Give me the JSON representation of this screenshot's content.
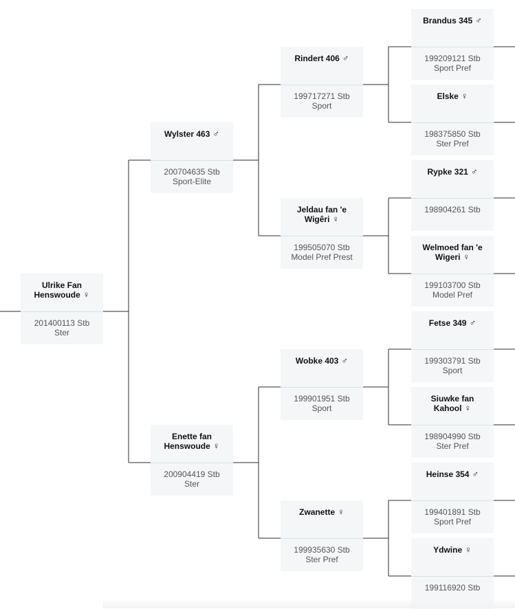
{
  "symbols": {
    "male": "♂",
    "female": "♀"
  },
  "horses": [
    {
      "id": "root",
      "gen": 0,
      "slot": 0,
      "name": "Ulrike Fan Henswoude",
      "sex": "female",
      "reg": "201400113 Stb",
      "pred": "Ster"
    },
    {
      "id": "s",
      "gen": 1,
      "slot": 0,
      "name": "Wylster 463",
      "sex": "male",
      "reg": "200704635 Stb",
      "pred": "Sport-Elite"
    },
    {
      "id": "d",
      "gen": 1,
      "slot": 1,
      "name": "Enette fan Henswoude",
      "sex": "female",
      "reg": "200904419 Stb",
      "pred": "Ster"
    },
    {
      "id": "ss",
      "gen": 2,
      "slot": 0,
      "name": "Rindert 406",
      "sex": "male",
      "reg": "199717271 Stb",
      "pred": "Sport"
    },
    {
      "id": "sd",
      "gen": 2,
      "slot": 1,
      "name": "Jeldau fan 'e Wigêri",
      "sex": "female",
      "reg": "199505070 Stb",
      "pred": "Model Pref Prest"
    },
    {
      "id": "ds",
      "gen": 2,
      "slot": 2,
      "name": "Wobke 403",
      "sex": "male",
      "reg": "199901951 Stb",
      "pred": "Sport"
    },
    {
      "id": "dd",
      "gen": 2,
      "slot": 3,
      "name": "Zwanette",
      "sex": "female",
      "reg": "199935630 Stb",
      "pred": "Ster Pref"
    },
    {
      "id": "sss",
      "gen": 3,
      "slot": 0,
      "name": "Brandus 345",
      "sex": "male",
      "reg": "199209121 Stb",
      "pred": "Sport Pref"
    },
    {
      "id": "ssd",
      "gen": 3,
      "slot": 1,
      "name": "Elske",
      "sex": "female",
      "reg": "198375850 Stb",
      "pred": "Ster Pref"
    },
    {
      "id": "sds",
      "gen": 3,
      "slot": 2,
      "name": "Rypke 321",
      "sex": "male",
      "reg": "198904261 Stb",
      "pred": ""
    },
    {
      "id": "sdd",
      "gen": 3,
      "slot": 3,
      "name": "Welmoed fan 'e Wigeri",
      "sex": "female",
      "reg": "199103700 Stb",
      "pred": "Model Pref"
    },
    {
      "id": "dss",
      "gen": 3,
      "slot": 4,
      "name": "Fetse 349",
      "sex": "male",
      "reg": "199303791 Stb",
      "pred": "Sport"
    },
    {
      "id": "dsd",
      "gen": 3,
      "slot": 5,
      "name": "Siuwke fan Kahool",
      "sex": "female",
      "reg": "198904990 Stb",
      "pred": "Ster Pref"
    },
    {
      "id": "dds",
      "gen": 3,
      "slot": 6,
      "name": "Heinse 354",
      "sex": "male",
      "reg": "199401891 Stb",
      "pred": "Sport Pref"
    },
    {
      "id": "ddd",
      "gen": 3,
      "slot": 7,
      "name": "Ydwine",
      "sex": "female",
      "reg": "199116920 Stb",
      "pred": ""
    }
  ]
}
